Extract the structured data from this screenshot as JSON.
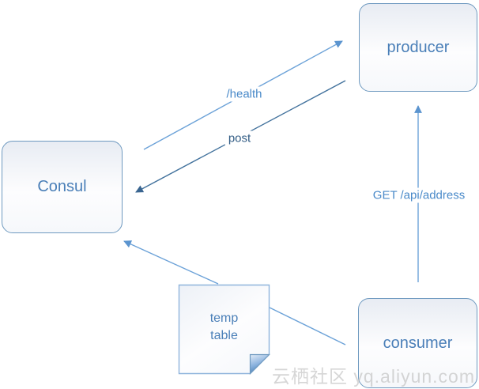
{
  "diagram": {
    "nodes": {
      "consul": {
        "label": "Consul"
      },
      "producer": {
        "label": "producer"
      },
      "consumer": {
        "label": "consumer"
      },
      "note": {
        "line1": "temp",
        "line2": "table"
      }
    },
    "edges": {
      "health": {
        "label": "/health",
        "from": "consul",
        "to": "producer",
        "style": "light",
        "arrowhead": "end"
      },
      "post": {
        "label": "post",
        "from": "producer",
        "to": "consul",
        "style": "dark",
        "arrowhead": "end"
      },
      "get": {
        "label": "GET /api/address",
        "from": "consumer",
        "to": "producer",
        "style": "light",
        "arrowhead": "end"
      },
      "note_to_consul": {
        "label": "",
        "from": "note",
        "to": "consul",
        "style": "light",
        "arrowhead": "end"
      },
      "consumer_to_note": {
        "label": "",
        "from": "consumer",
        "to": "note",
        "style": "light",
        "arrowhead": "none"
      }
    },
    "watermark": {
      "text": "云栖社区 yq.aliyun.com"
    },
    "colors": {
      "node_border": "#6f9ac0",
      "node_text": "#4a7fb8",
      "edge_light": "#6ca2d8",
      "edge_dark": "#41719c",
      "edge_label_light": "#4a8ac9",
      "edge_label_dark": "#335d85",
      "note_border": "#8fb4dc",
      "note_fold": "#4f86c2",
      "watermark": "#bdbdbd"
    }
  }
}
